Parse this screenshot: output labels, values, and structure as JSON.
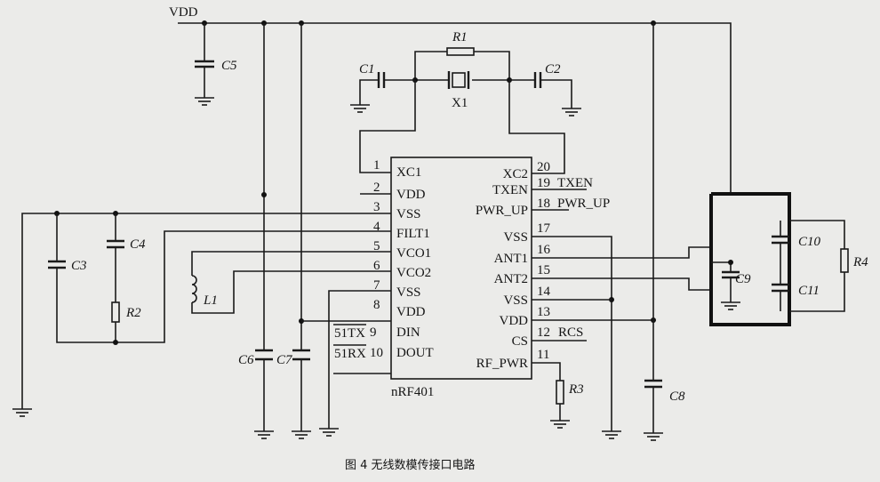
{
  "supply_label": "VDD",
  "ic": {
    "name": "nRF401",
    "left_pins": [
      {
        "num": "1",
        "name": "XC1"
      },
      {
        "num": "2",
        "name": "VDD"
      },
      {
        "num": "3",
        "name": "VSS"
      },
      {
        "num": "4",
        "name": "FILT1"
      },
      {
        "num": "5",
        "name": "VCO1"
      },
      {
        "num": "6",
        "name": "VCO2"
      },
      {
        "num": "7",
        "name": "VSS"
      },
      {
        "num": "8",
        "name": "VDD"
      },
      {
        "num": "9",
        "name": "DIN"
      },
      {
        "num": "10",
        "name": "DOUT"
      }
    ],
    "right_pins": [
      {
        "num": "20",
        "name": "XC2"
      },
      {
        "num": "19",
        "name": "TXEN"
      },
      {
        "num": "18",
        "name": "PWR_UP"
      },
      {
        "num": "17",
        "name": "VSS"
      },
      {
        "num": "16",
        "name": "ANT1"
      },
      {
        "num": "15",
        "name": "ANT2"
      },
      {
        "num": "14",
        "name": "VSS"
      },
      {
        "num": "13",
        "name": "VDD"
      },
      {
        "num": "12",
        "name": "CS"
      },
      {
        "num": "11",
        "name": "RF_PWR"
      }
    ]
  },
  "net_labels": {
    "txen": "TXEN",
    "pwr_up": "PWR_UP",
    "rcs": "RCS",
    "tx": "51TX",
    "rx": "51RX"
  },
  "components": {
    "c1": "C1",
    "c2": "C2",
    "c3": "C3",
    "c4": "C4",
    "c5": "C5",
    "c6": "C6",
    "c7": "C7",
    "c8": "C8",
    "c9": "C9",
    "c10": "C10",
    "c11": "C11",
    "r1": "R1",
    "r2": "R2",
    "r3": "R3",
    "r4": "R4",
    "l1": "L1",
    "x1": "X1"
  },
  "caption": "图 4 无线数模传接口电路"
}
